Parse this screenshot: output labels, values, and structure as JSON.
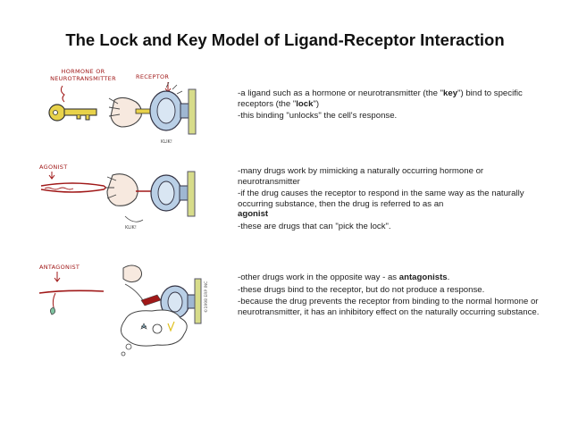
{
  "title": "The Lock and Key Model of Ligand-Receptor Interaction",
  "sections": [
    {
      "labels": {
        "ligand": "HORMONE OR\nNEUROTRANSMITTER",
        "receptor": "RECEPTOR",
        "sound": "KLIK!"
      },
      "lines": [
        {
          "pre": "-a ligand such as a hormone or neurotransmitter (the \"",
          "bold": "key",
          "post": "\") bind to specific receptors (the \"",
          "bold2": "lock",
          "post2": "\")"
        },
        {
          "text": "-this binding \"unlocks\" the cell's response."
        }
      ]
    },
    {
      "labels": {
        "agonist": "AGONIST",
        "sound": "KLIK!"
      },
      "lines": [
        {
          "text": "-many drugs work by mimicking a naturally occurring hormone or neurotransmitter"
        },
        {
          "text": "-if the drug causes the receptor to respond in the same way as the naturally occurring substance, then the drug is referred to as an",
          "bold": "agonist"
        },
        {
          "text": "-these are drugs that can \"pick the lock\"."
        }
      ]
    },
    {
      "labels": {
        "antagonist": "ANTAGONIST",
        "copyright": "©1998 ERP INC"
      },
      "lines": [
        {
          "pre": "-other drugs work in the opposite way - as ",
          "bold": "antagonists",
          "post": "."
        },
        {
          "text": "-these drugs bind to the receptor, but do not produce a response."
        },
        {
          "text": "-because the drug prevents the receptor from binding to the normal hormone or neurotransmitter, it has an inhibitory effect on the naturally occurring substance."
        }
      ]
    }
  ]
}
